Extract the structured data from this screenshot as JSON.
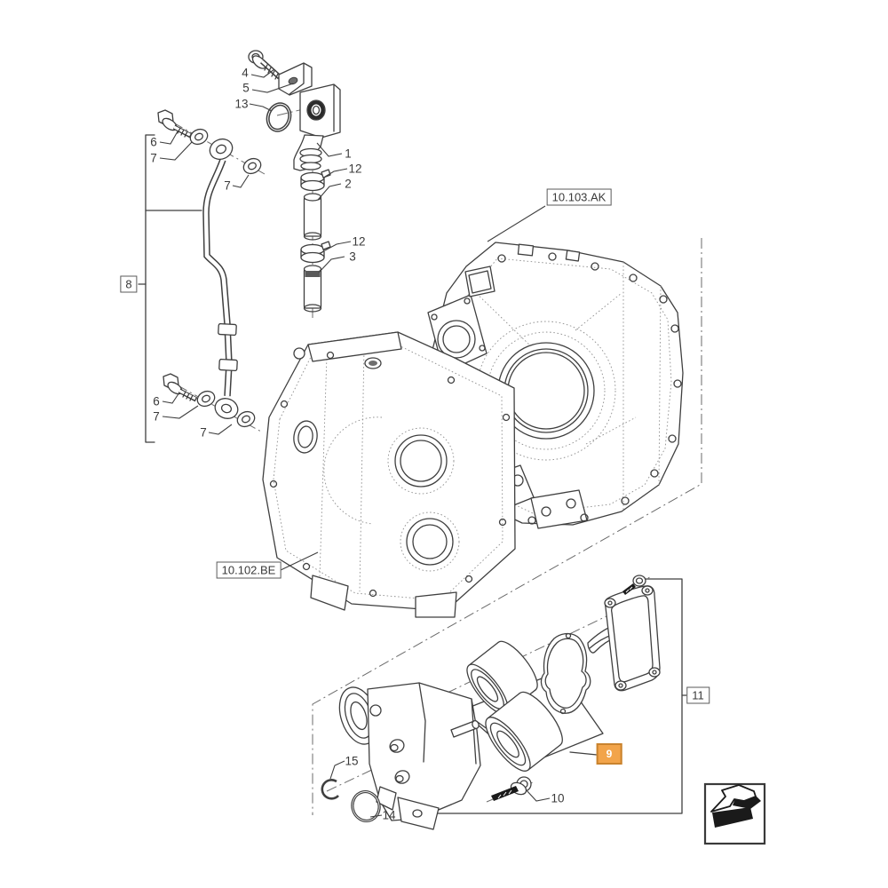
{
  "parts_diagram": {
    "description": "Exploded engine parts diagram with numbered callouts",
    "callouts": {
      "c1": "1",
      "c2": "2",
      "c3": "3",
      "c4": "4",
      "c5": "5",
      "c6_top": "6",
      "c7_top_a": "7",
      "c7_top_b": "7",
      "c6_bottom": "6",
      "c7_bottom_a": "7",
      "c7_bottom_b": "7",
      "c10": "10",
      "c12_a": "12",
      "c12_b": "12",
      "c13": "13",
      "c14": "14",
      "c15": "15"
    },
    "group_boxes": {
      "g8": "8",
      "g11": "11"
    },
    "section_refs": {
      "flywheel_housing": "10.103.AK",
      "timing_gear_housing": "10.102.BE"
    },
    "highlighted_callout": {
      "label": "9",
      "fill": "#f2a44a",
      "border": "#c9832e",
      "text_color": "#ffffff"
    },
    "icons": {
      "direction_arrow": "page-direction-arrow-icon"
    },
    "colors": {
      "line": "#3f3f3f",
      "background": "#ffffff"
    }
  }
}
